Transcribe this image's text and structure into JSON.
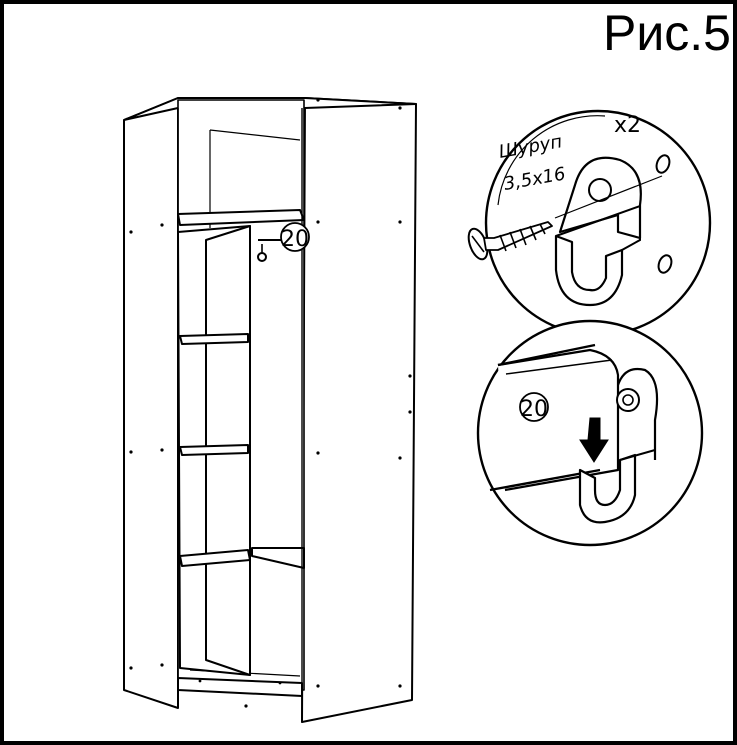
{
  "figure": {
    "title": "Рис.5",
    "part_number": "20",
    "screw_label_line1": "Шуруп",
    "screw_label_line2": "3,5x16",
    "quantity": "x2"
  },
  "colors": {
    "line": "#000000",
    "background": "#ffffff"
  },
  "icons": {
    "arrow": "down-arrow-icon",
    "screw": "screw-icon"
  }
}
